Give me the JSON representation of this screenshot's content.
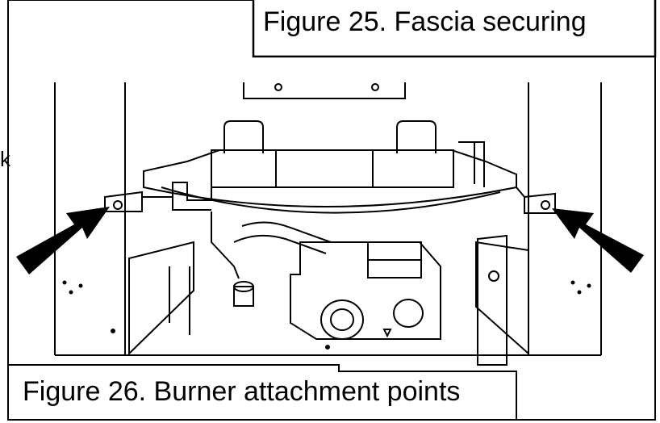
{
  "figure_top": {
    "caption": "Figure 25. Fascia securing"
  },
  "figure_bottom": {
    "caption": "Figure 26. Burner attachment points"
  },
  "cropped_text": {
    "edge_letter": "k"
  },
  "arrows": {
    "left_arrow_icon": "arrow-pointing-right-up-icon",
    "right_arrow_icon": "arrow-pointing-left-up-icon",
    "color": "#000000"
  },
  "colors": {
    "line": "#000000",
    "fill": "#ffffff"
  }
}
